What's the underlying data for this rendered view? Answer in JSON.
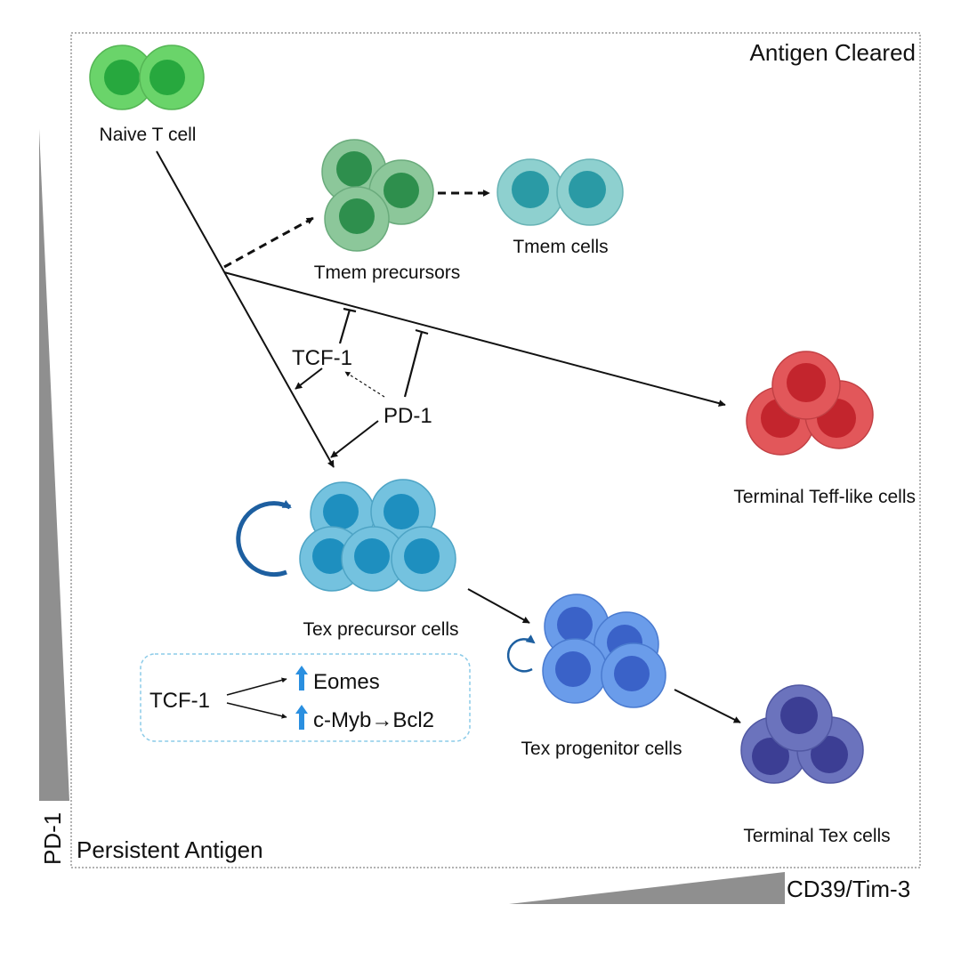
{
  "corners": {
    "top_right": "Antigen Cleared",
    "bottom_left": "Persistent Antigen"
  },
  "axes": {
    "y_label": "PD-1",
    "x_label": "CD39/Tim-3"
  },
  "cells": {
    "naive": "Naive T cell",
    "tmem_precursors": "Tmem precursors",
    "tmem": "Tmem cells",
    "teff": "Terminal Teff-like cells",
    "tex_precursor": "Tex precursor cells",
    "tex_progenitor": "Tex progenitor cells",
    "tex_terminal": "Terminal Tex cells"
  },
  "regulators": {
    "tcf1": "TCF-1",
    "pd1": "PD-1"
  },
  "inset": {
    "source": "TCF-1",
    "target_1": "Eomes",
    "target_2": "c-Myb→Bcl2"
  },
  "colors": {
    "naive": "#6ad46a",
    "tmem_precursor": "#8cc79a",
    "tmem": "#8ed0cf",
    "teff": "#e2575a",
    "tex_precursor": "#74c2df",
    "tex_progenitor": "#6a9cea",
    "tex_terminal": "#6b73bd",
    "up_arrow": "#2a8fe0",
    "inset_border": "#8ccbe8"
  }
}
